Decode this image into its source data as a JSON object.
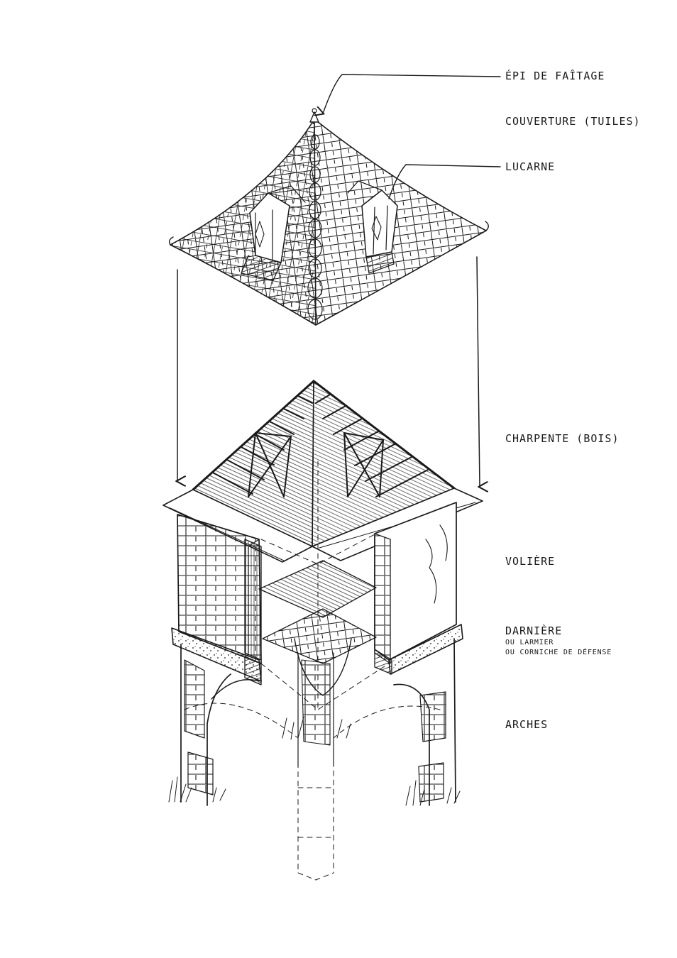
{
  "labels": {
    "epi": "ÉPI DE FAÎTAGE",
    "couverture": "COUVERTURE (TUILES)",
    "lucarne": "LUCARNE",
    "charpente": "CHARPENTE (BOIS)",
    "voliere": "VOLIÈRE",
    "darniere": "DARNIÈRE",
    "larmier": "OU LARMIER",
    "corniche": "OU CORNICHE DE DÉFENSE",
    "arches": "ARCHES"
  },
  "colors": {
    "ink": "#1a1a1a",
    "paper": "#ffffff"
  }
}
